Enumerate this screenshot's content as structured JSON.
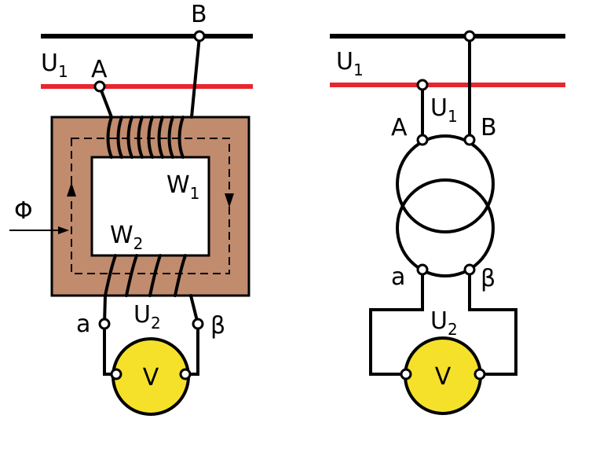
{
  "colors": {
    "core": "#c18b6e",
    "phase_line": "#e8262e",
    "neutral_line": "#000000",
    "voltmeter": "#f5e12a"
  },
  "left": {
    "terminal_A": "A",
    "terminal_B": "B",
    "supply_voltage": {
      "main": "U",
      "sub": "1"
    },
    "primary_winding": {
      "main": "W",
      "sub": "1"
    },
    "secondary_winding": {
      "main": "W",
      "sub": "2"
    },
    "secondary_voltage": {
      "main": "U",
      "sub": "2"
    },
    "flux_label": "Φ",
    "terminal_a": "a",
    "terminal_beta": "β",
    "voltmeter": "V"
  },
  "right": {
    "supply_voltage": {
      "main": "U",
      "sub": "1"
    },
    "primary_voltage": {
      "main": "U",
      "sub": "1"
    },
    "terminal_A": "A",
    "terminal_B": "B",
    "terminal_a": "a",
    "terminal_beta": "β",
    "secondary_voltage": {
      "main": "U",
      "sub": "2"
    },
    "voltmeter": "V"
  }
}
